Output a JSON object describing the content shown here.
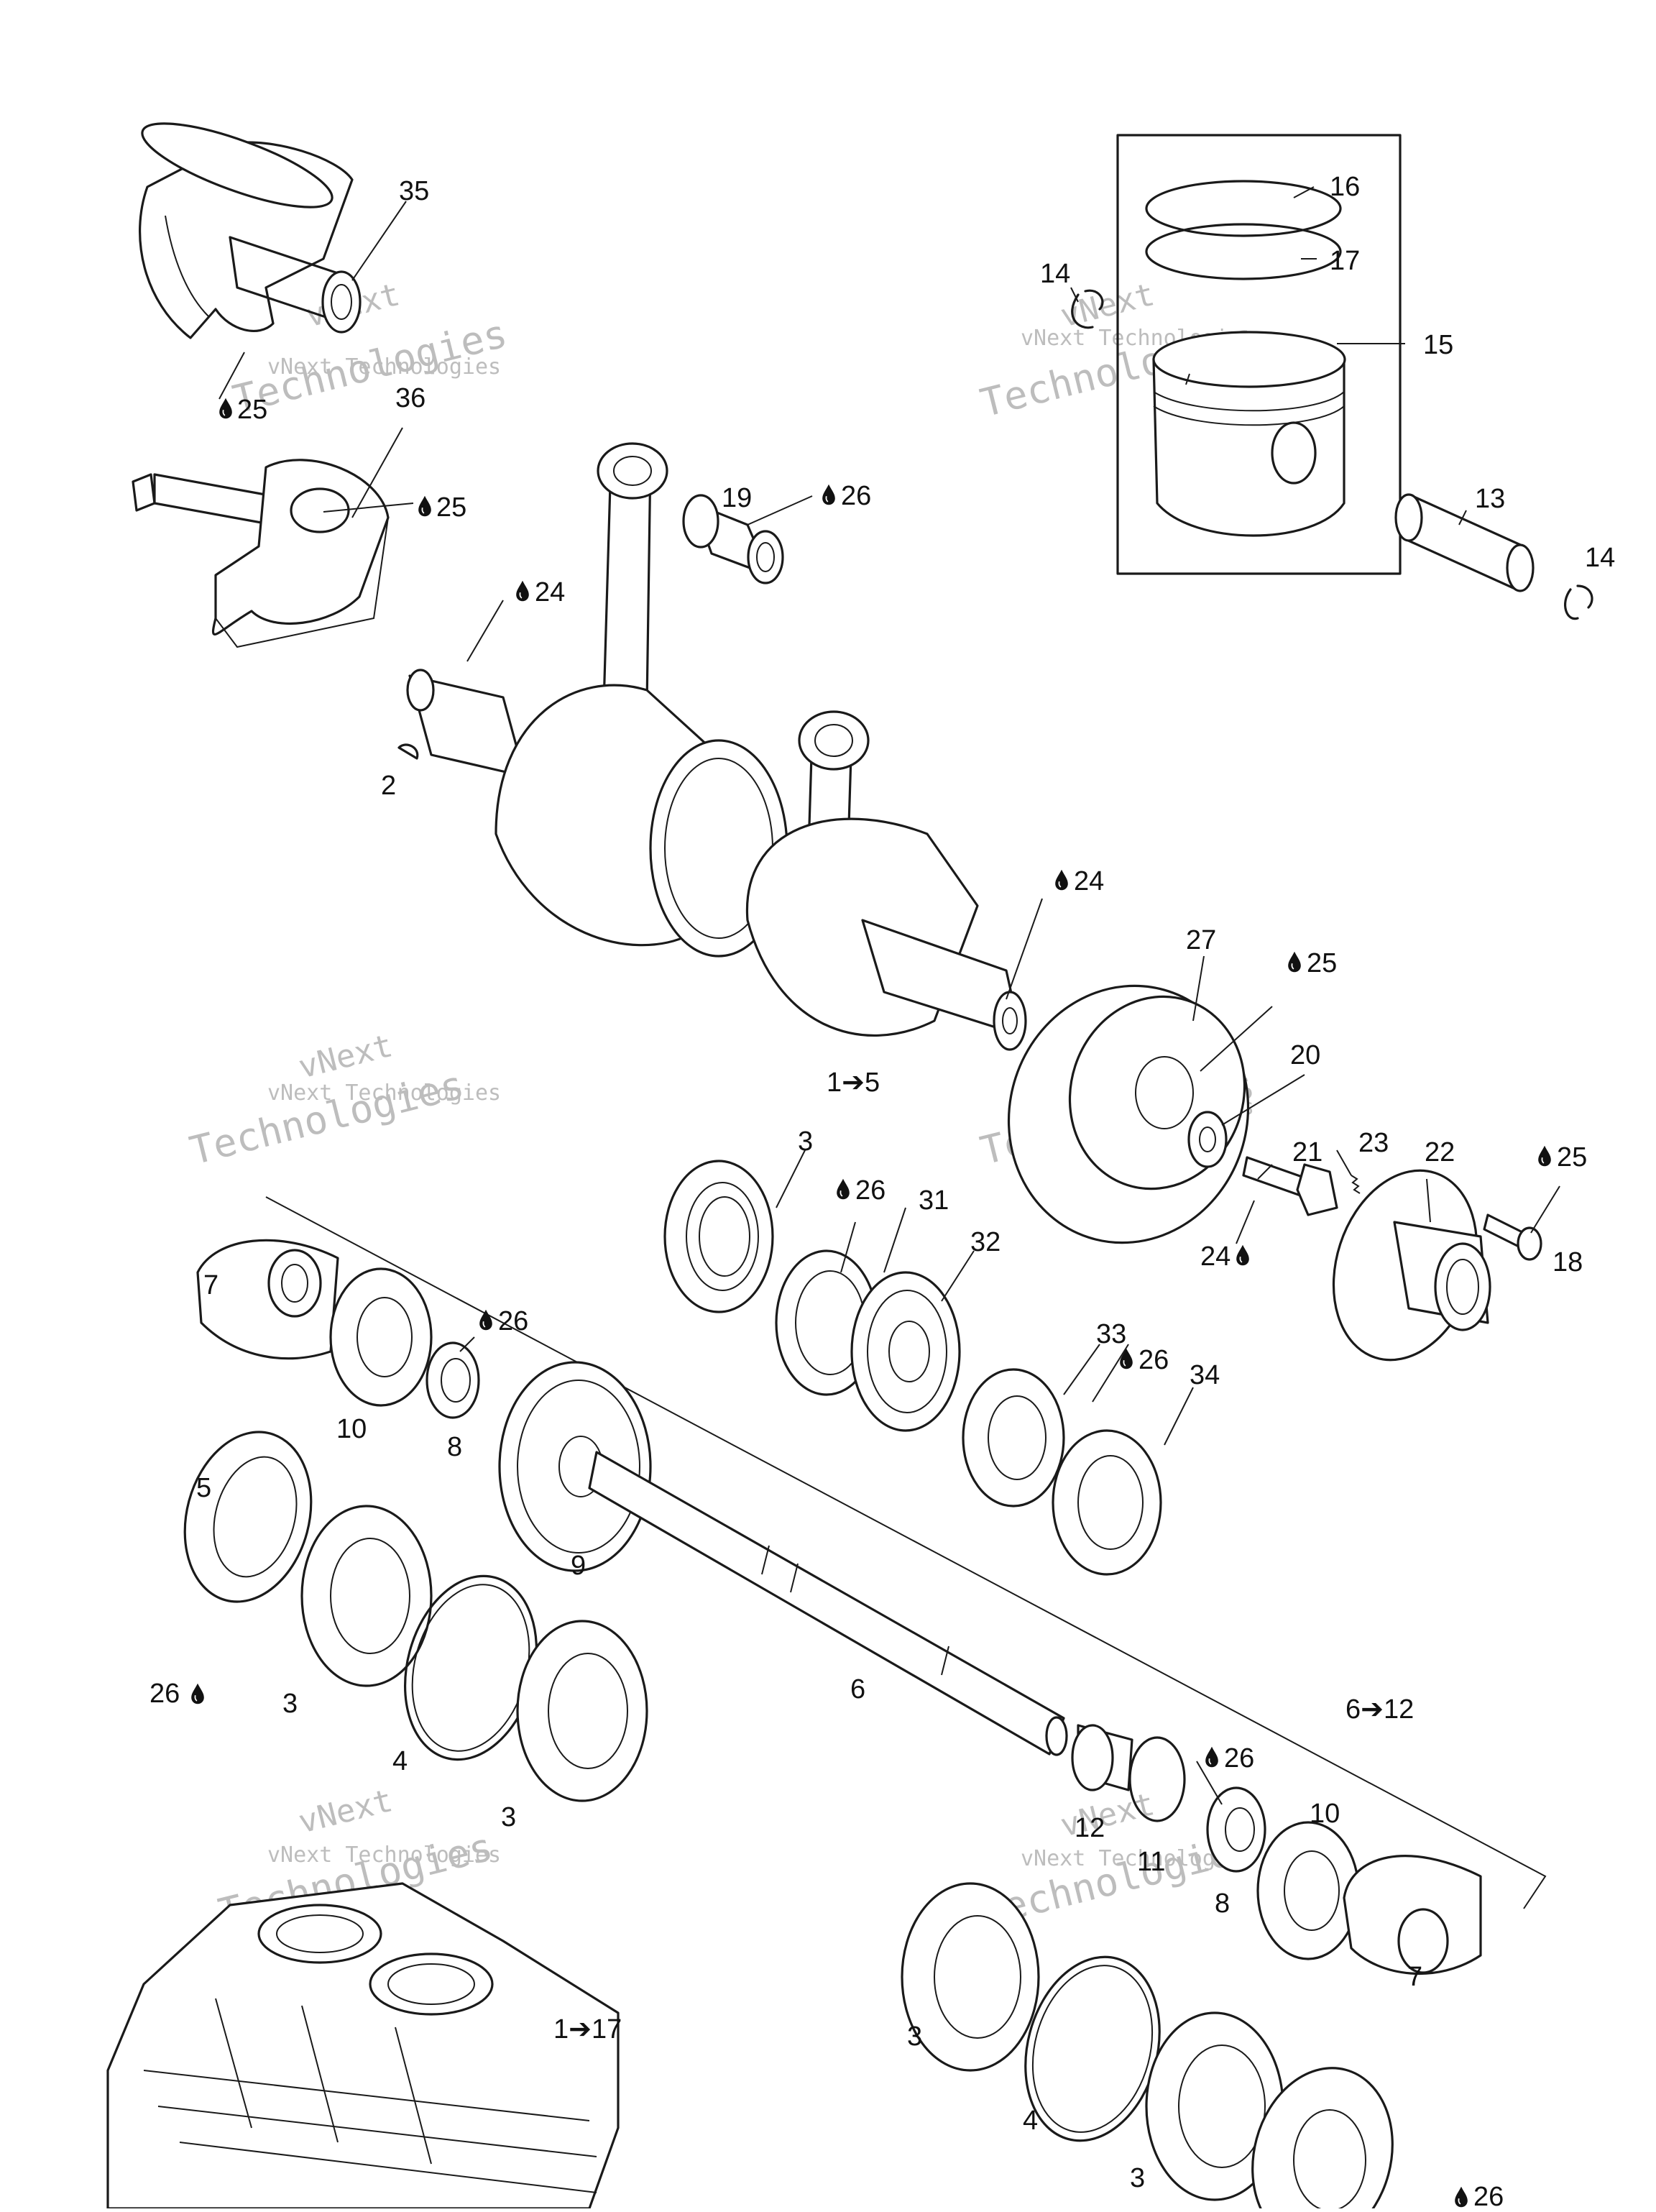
{
  "colors": {
    "line": "#1a1a1a",
    "background": "#ffffff",
    "watermark": "#bdbdbd"
  },
  "icons": {
    "drop": "lubricant-drop-icon",
    "arrow": "range-arrow-icon"
  },
  "watermark": {
    "line1": "vNext",
    "line2": "vNext Technologies",
    "line3": "Technologies"
  },
  "labels": {
    "l35": "35",
    "l25a": "25",
    "l36": "36",
    "l25b": "25",
    "l24a": "24",
    "l2": "2",
    "l19": "19",
    "l26a": "26",
    "l14a": "14",
    "l16": "16",
    "l17": "17",
    "l15": "15",
    "l13": "13",
    "l14b": "14",
    "l24b": "24",
    "l27": "27",
    "l25c": "25",
    "l20": "20",
    "l1to5": "1➔5",
    "l21": "21",
    "l23": "23",
    "l22": "22",
    "l25d": "25",
    "l18": "18",
    "l24c": "24",
    "l3a": "3",
    "l26b": "26",
    "l31": "31",
    "l32": "32",
    "l7a": "7",
    "l26c": "26",
    "l10a": "10",
    "l8a": "8",
    "l33": "33",
    "l26d": "26",
    "l34": "34",
    "l5": "5",
    "l9": "9",
    "l26e": "26",
    "l3b": "3",
    "l4a": "4",
    "l6": "6",
    "l3c": "3",
    "l6to12": "6➔12",
    "l26f": "26",
    "l12": "12",
    "l11": "11",
    "l10b": "10",
    "l8b": "8",
    "l7b": "7",
    "l1to17": "1➔17",
    "l3d": "3",
    "l4b": "4",
    "l3e": "3",
    "l26g": "26"
  }
}
